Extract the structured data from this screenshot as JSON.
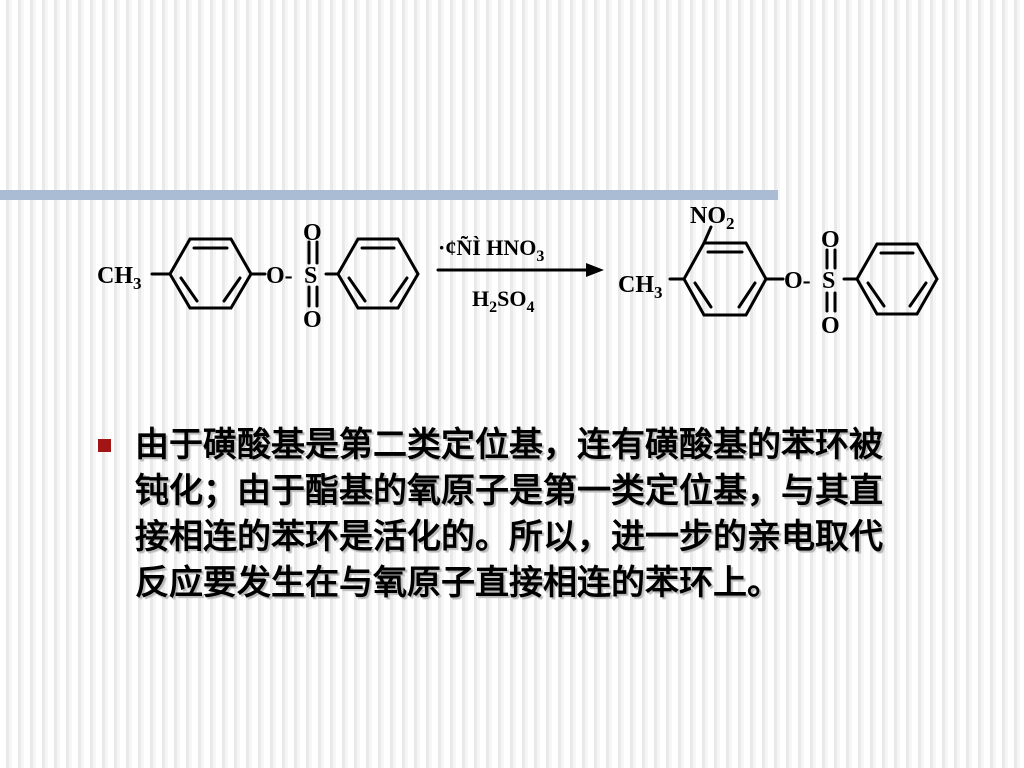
{
  "slide": {
    "accent_color": "#a9bcd4",
    "bullet_color": "#a31515"
  },
  "reaction": {
    "reactant": {
      "methyl": "CH",
      "methyl_sub": "3",
      "ester_o": "O-",
      "sulfur": "S",
      "oxo_top": "O",
      "oxo_bottom": "O"
    },
    "conditions": {
      "above": "·¢ÑÌ HNO",
      "above_sub": "3",
      "below_a": "H",
      "below_sub1": "2",
      "below_b": "SO",
      "below_sub2": "4"
    },
    "product": {
      "nitro": "NO",
      "nitro_sub": "2",
      "methyl": "CH",
      "methyl_sub": "3",
      "ester_o": "O-",
      "sulfur": "S",
      "oxo_top": "O",
      "oxo_bottom": "O"
    }
  },
  "bullet": {
    "text": "由于磺酸基是第二类定位基，连有磺酸基的苯环被钝化；由于酯基的氧原子是第一类定位基，与其直接相连的苯环是活化的。所以，进一步的亲电取代反应要发生在与氧原子直接相连的苯环上。"
  }
}
